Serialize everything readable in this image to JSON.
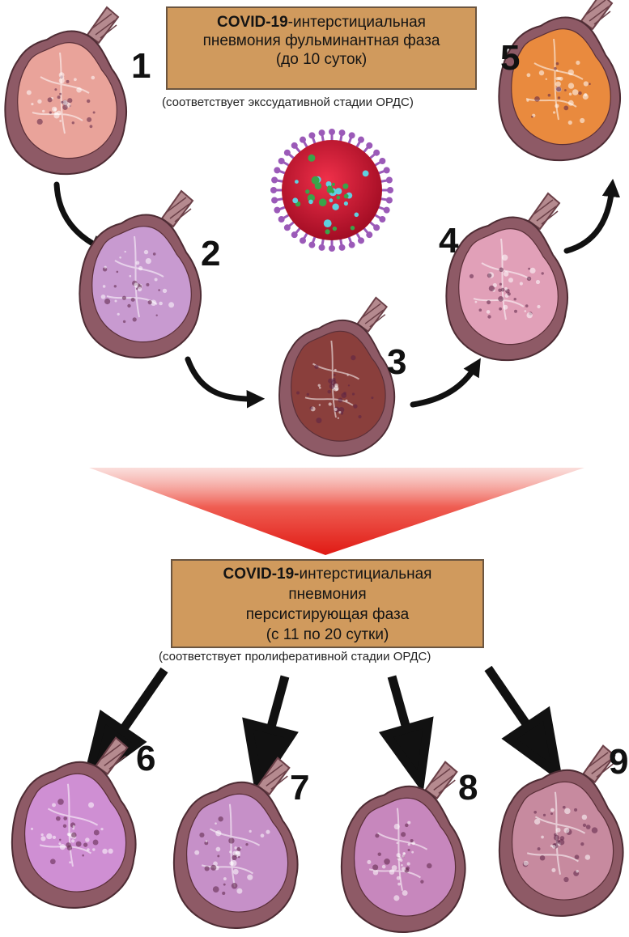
{
  "phase1": {
    "title_bold": "COVID-19",
    "title_rest": "-интерстициальная",
    "line2": "пневмония фульминантная фаза",
    "line3": "(до 10 суток)",
    "caption": "(соответствует экссудативной стадии ОРДС)"
  },
  "phase2": {
    "title_bold": "COVID-19-",
    "title_rest": "интерстициальная",
    "line2": "пневмония",
    "line3": "персистирующая фаза",
    "line4": "(с 11 по 20 сутки)",
    "caption": "(соответствует пролиферативной стадии ОРДС)"
  },
  "stages": [
    {
      "number": "1",
      "tissue": "#e9a39a"
    },
    {
      "number": "2",
      "tissue": "#c89ad0"
    },
    {
      "number": "3",
      "tissue": "#8a3f3c"
    },
    {
      "number": "4",
      "tissue": "#e1a0b8"
    },
    {
      "number": "5",
      "tissue": "#e98a3e"
    },
    {
      "number": "6",
      "tissue": "#cf8fd3"
    },
    {
      "number": "7",
      "tissue": "#c690c8"
    },
    {
      "number": "8",
      "tissue": "#c787bd"
    },
    {
      "number": "9",
      "tissue": "#c78a9f"
    }
  ],
  "colors": {
    "box_fill": "#d09a5d",
    "funnel_red": "#e3231b",
    "virus_red": "#c8102e",
    "virus_spike": "#9b5ab8",
    "lung_outer": "#8e5a66"
  },
  "icons": [
    "lung-section-icon",
    "coronavirus-icon",
    "funnel-arrow-icon"
  ]
}
